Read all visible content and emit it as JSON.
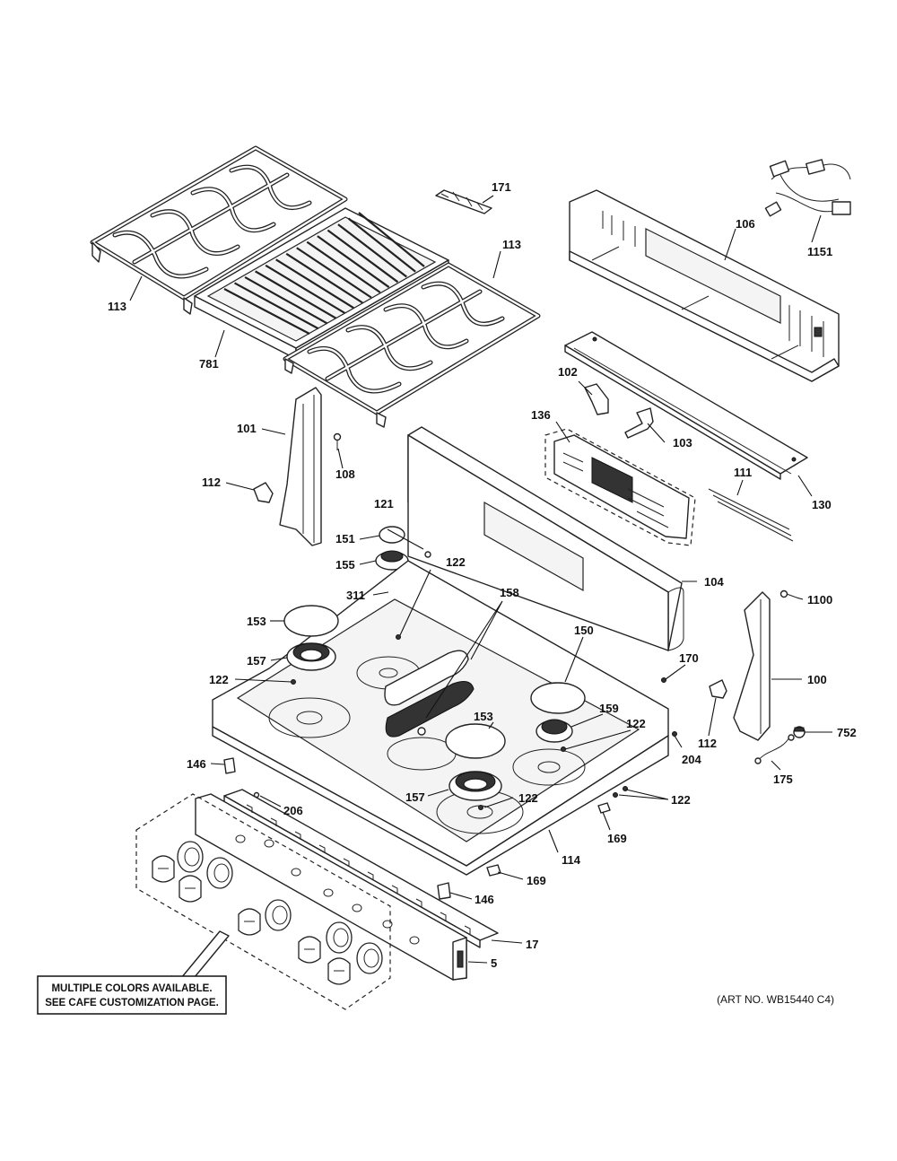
{
  "diagram": {
    "part_labels": {
      "p113a": "113",
      "p113b": "113",
      "p781": "781",
      "p171": "171",
      "p106": "106",
      "p1151": "1151",
      "p102": "102",
      "p136": "136",
      "p103": "103",
      "p101": "101",
      "p108": "108",
      "p112a": "112",
      "p111": "111",
      "p130": "130",
      "p121": "121",
      "p151": "151",
      "p122a": "122",
      "p155": "155",
      "p158": "158",
      "p104": "104",
      "p311": "311",
      "p1100": "1100",
      "p153a": "153",
      "p150": "150",
      "p157a": "157",
      "p170": "170",
      "p122b": "122",
      "p100": "100",
      "p159": "159",
      "p153b": "153",
      "p122c": "122",
      "p112b": "112",
      "p752": "752",
      "p204": "204",
      "p146a": "146",
      "p175": "175",
      "p157b": "157",
      "p122d": "122",
      "p122e": "122",
      "p206": "206",
      "p169a": "169",
      "p114": "114",
      "p169b": "169",
      "p146b": "146",
      "p17": "17",
      "p5": "5"
    },
    "note": {
      "line1": "MULTIPLE COLORS AVAILABLE.",
      "line2": "SEE CAFE CUSTOMIZATION PAGE."
    },
    "art_number": "(ART NO. WB15440 C4)"
  }
}
